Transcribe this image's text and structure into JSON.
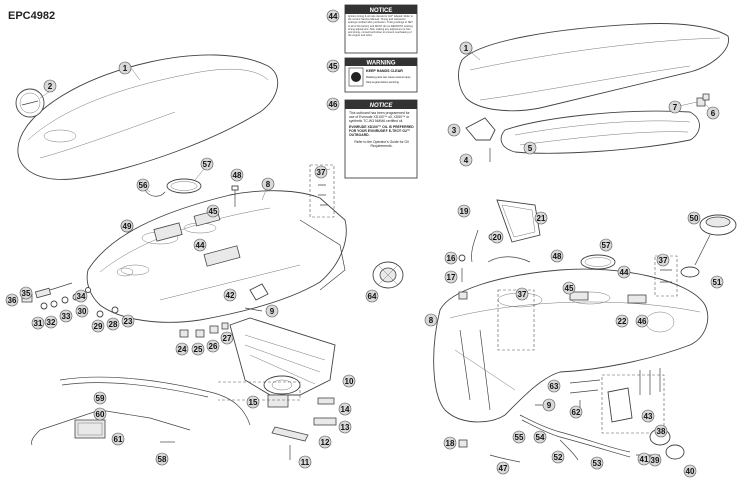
{
  "diagram_id": "EPC4982",
  "callouts": [
    "1",
    "2",
    "4",
    "5",
    "6",
    "7",
    "3",
    "8",
    "9",
    "10",
    "11",
    "12",
    "13",
    "14",
    "15",
    "16",
    "17",
    "18",
    "19",
    "20",
    "21",
    "22",
    "23",
    "24",
    "25",
    "26",
    "27",
    "28",
    "29",
    "30",
    "31",
    "32",
    "33",
    "34",
    "35",
    "36",
    "37",
    "38",
    "39",
    "40",
    "41",
    "42",
    "43",
    "44",
    "45",
    "46",
    "47",
    "48",
    "49",
    "50",
    "51",
    "52",
    "53",
    "54",
    "55",
    "56",
    "57",
    "58",
    "59",
    "60",
    "61",
    "62",
    "63",
    "64"
  ],
  "decal_44": {
    "header": "NOTICE",
    "body": "Ignition timing & oil ratio decals for HO* labeled. Refer to the current Service Manual. Timing and carburetor settings certified after production. Timing settings to SET to all of the factory and MUST do not DEFROST existing timing adjustment. After making any adjustment to fuel and timing, consult technician to prevent overheating of the engine and other."
  },
  "decal_45": {
    "header": "WARNING",
    "line1": "KEEP HANDS CLEAR",
    "line2": "Rotating parts can cause serious injury",
    "line3": "Stop engine before servicing"
  },
  "decal_46": {
    "header": "NOTICE",
    "p1": "This outboard has been programmed for use of Evinrude XD100™ oil, XD50™ or synthetic TC-W3 NMMA certified oil.",
    "p2": "EVINRUDE XD100™ OIL IS PREFERRED FOR YOUR EVINRUDE® E-TEC® G2™ OUTBOARD.",
    "p3": "Refer to the Operator's Guide for Oil Requirements."
  }
}
